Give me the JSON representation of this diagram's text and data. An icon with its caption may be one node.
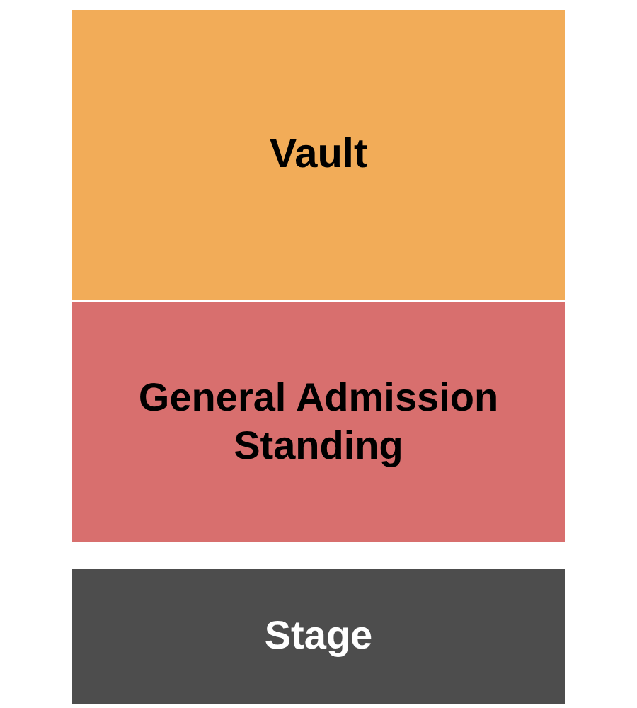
{
  "diagram": {
    "nodes": [
      {
        "text": [
          "Vault"
        ]
      },
      {
        "text": [
          "General Admission Standing"
        ]
      },
      {
        "text": [
          "Stage"
        ]
      }
    ]
  }
}
